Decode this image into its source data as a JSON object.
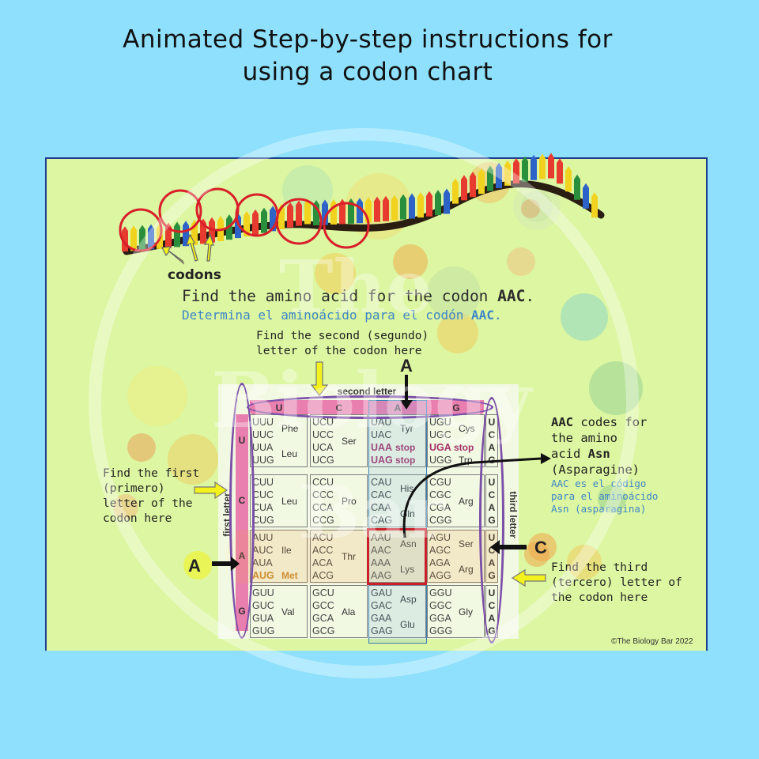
{
  "title": {
    "line1": "Animated Step-by-step instructions for",
    "line2": "using a codon chart"
  },
  "mrna": {
    "codons_label": "codons"
  },
  "instruction": {
    "en_prefix": "Find the amino acid for the codon ",
    "en_codon": "AAC",
    "en_suffix": ".",
    "es_prefix": "Determina el aminoácido para el codón ",
    "es_codon": "AAC",
    "es_suffix": "."
  },
  "notes": {
    "second_letter": [
      "Find the second (segundo)",
      "letter of the codon here"
    ],
    "first_letter": [
      "Find the first",
      "(primero)",
      "letter of the",
      "codon here"
    ],
    "third_letter": [
      "Find the third",
      "(tercero) letter of",
      "the codon here"
    ],
    "result_bold": "AAC",
    "result_line1_rest": " codes for",
    "result_line2": "the amino",
    "result_line3_prefix": "acid ",
    "result_line3_bold": "Asn",
    "result_line4": "(Asparagine)",
    "result_es": [
      "AAC es el código",
      "para el aminoácido",
      "Asn (asparagina)"
    ]
  },
  "markers": {
    "second": "A",
    "first": "A",
    "third": "C"
  },
  "chart": {
    "second_letter_label": "second letter",
    "first_letter_label": "first letter",
    "third_letter_label": "third letter",
    "bases": [
      "U",
      "C",
      "A",
      "G"
    ],
    "blocks": [
      [
        {
          "codons": [
            "UUU",
            "UUC",
            "UUA",
            "UUG"
          ],
          "aa": [
            {
              "name": "Phe",
              "row": 0.5
            },
            {
              "name": "Leu",
              "row": 2.5
            }
          ]
        },
        {
          "codons": [
            "UCU",
            "UCC",
            "UCA",
            "UCG"
          ],
          "aa": [
            {
              "name": "Ser",
              "row": 1.5
            }
          ]
        },
        {
          "codons": [
            "UAU",
            "UAC",
            "UAA",
            "UAG"
          ],
          "aa": [
            {
              "name": "Tyr",
              "row": 0.5
            },
            {
              "name": "stop",
              "row": 2
            },
            {
              "name": "stop",
              "row": 3
            }
          ],
          "stops": [
            2,
            3
          ]
        },
        {
          "codons": [
            "UGU",
            "UGC",
            "UGA",
            "UGG"
          ],
          "aa": [
            {
              "name": "Cys",
              "row": 0.5
            },
            {
              "name": "stop",
              "row": 2
            },
            {
              "name": "Trp",
              "row": 3
            }
          ],
          "stops": [
            2
          ]
        }
      ],
      [
        {
          "codons": [
            "CUU",
            "CUC",
            "CUA",
            "CUG"
          ],
          "aa": [
            {
              "name": "Leu",
              "row": 1.5
            }
          ]
        },
        {
          "codons": [
            "CCU",
            "CCC",
            "CCA",
            "CCG"
          ],
          "aa": [
            {
              "name": "Pro",
              "row": 1.5
            }
          ]
        },
        {
          "codons": [
            "CAU",
            "CAC",
            "CAA",
            "CAG"
          ],
          "aa": [
            {
              "name": "His",
              "row": 0.5
            },
            {
              "name": "Gln",
              "row": 2.5
            }
          ]
        },
        {
          "codons": [
            "CGU",
            "CGC",
            "CGA",
            "CGG"
          ],
          "aa": [
            {
              "name": "Arg",
              "row": 1.5
            }
          ]
        }
      ],
      [
        {
          "codons": [
            "AUU",
            "AUC",
            "AUA",
            "AUG"
          ],
          "aa": [
            {
              "name": "Ile",
              "row": 1
            },
            {
              "name": "Met",
              "row": 3
            }
          ],
          "met": [
            3
          ]
        },
        {
          "codons": [
            "ACU",
            "ACC",
            "ACA",
            "ACG"
          ],
          "aa": [
            {
              "name": "Thr",
              "row": 1.5
            }
          ]
        },
        {
          "codons": [
            "AAU",
            "AAC",
            "AAA",
            "AAG"
          ],
          "aa": [
            {
              "name": "Asn",
              "row": 0.5
            },
            {
              "name": "Lys",
              "row": 2.5
            }
          ]
        },
        {
          "codons": [
            "AGU",
            "AGC",
            "AGA",
            "AGG"
          ],
          "aa": [
            {
              "name": "Ser",
              "row": 0.5
            },
            {
              "name": "Arg",
              "row": 2.5
            }
          ]
        }
      ],
      [
        {
          "codons": [
            "GUU",
            "GUC",
            "GUA",
            "GUG"
          ],
          "aa": [
            {
              "name": "Val",
              "row": 1.5
            }
          ]
        },
        {
          "codons": [
            "GCU",
            "GCC",
            "GCA",
            "GCG"
          ],
          "aa": [
            {
              "name": "Ala",
              "row": 1.5
            }
          ]
        },
        {
          "codons": [
            "GAU",
            "GAC",
            "GAA",
            "GAG"
          ],
          "aa": [
            {
              "name": "Asp",
              "row": 0.5
            },
            {
              "name": "Glu",
              "row": 2.5
            }
          ]
        },
        {
          "codons": [
            "GGU",
            "GGC",
            "GGA",
            "GGG"
          ],
          "aa": [
            {
              "name": "Gly",
              "row": 1.5
            }
          ]
        }
      ]
    ]
  },
  "credit": "©The Biology Bar 2022",
  "watermark": [
    "The",
    "Biology",
    "Bar"
  ],
  "colors": {
    "background": "#8ee0fd",
    "slide": "#dcf6a1",
    "header_band": "#e76aa6",
    "oval": "#7b4fa7",
    "highlight_box": "#c8202b",
    "arrow_yellow": "#f4f21c",
    "spanish_text": "#3e86c7"
  }
}
